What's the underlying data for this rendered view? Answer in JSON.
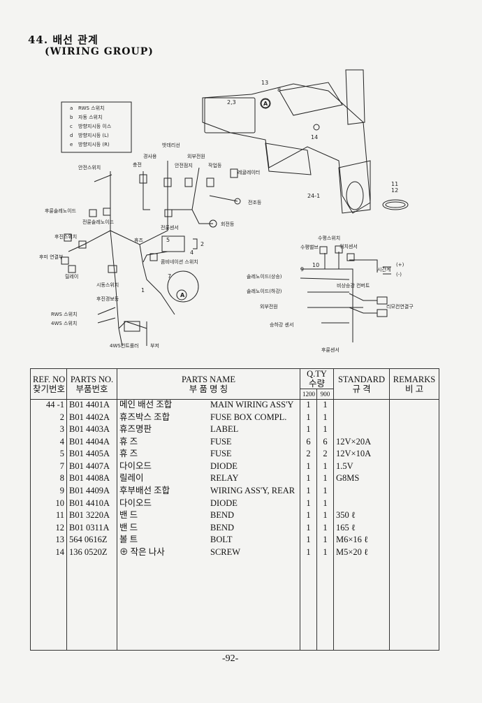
{
  "page": {
    "title": "44. 배선 관계",
    "subtitle": "(WIRING GROUP)",
    "page_number": "-92-"
  },
  "diagram": {
    "legend": [
      {
        "key": "a",
        "text": "RWS 스위치"
      },
      {
        "key": "b",
        "text": "자동 스위치"
      },
      {
        "key": "c",
        "text": "방향지시등 이스"
      },
      {
        "key": "d",
        "text": "방향지시등 (L)"
      },
      {
        "key": "e",
        "text": "방향지시등 (R)"
      }
    ],
    "labels": {
      "safety_switch": "안전스위치",
      "charge": "충전",
      "warning": "경사용",
      "backrest": "밧데리선",
      "outer_power": "외부전원",
      "safety_check": "안전점지",
      "work_light": "작업등",
      "regulator": "레귤레이터",
      "front_lamp": "전조등",
      "rear_solenoid": "후륜솔레노이드",
      "front_solenoid": "전륜솔레노이드",
      "turn_light": "회전등",
      "front_sensor": "전륜센서",
      "rear_switch": "후진스위치",
      "fuse": "휴즈",
      "combination_switch": "콤비네이션 스위치",
      "rear_combo": "후미\n연결부",
      "relay": "릴레이",
      "start_switch": "시동스위치",
      "rear_alarm": "후진경보등",
      "rws_switch": "RWS 스위치",
      "four_ws_switch": "4WS 스위치",
      "four_ws_controller": "4WS컨트롤러",
      "buzzer": "부저",
      "level_switch": "수평스위치",
      "level_valve": "수평밸브",
      "position_sensor": "위치센서",
      "hour_meter": "시간계",
      "hour_plus": "(+)",
      "hour_minus": "(-)",
      "solenoid_up": "솔레노이드(상승)",
      "solenoid_down": "솔레노이드(하강)",
      "emergency_converter": "비상승강 컨버트",
      "outer_power2": "외부전원",
      "remote_connector": "리모컨연결구",
      "lift_sensor": "승하강 센서",
      "rear_sensor": "후륜센서"
    },
    "callouts": [
      "13",
      "8",
      "2,3",
      "14",
      "24-1",
      "11",
      "12",
      "5",
      "2",
      "4",
      "7",
      "1",
      "9",
      "10",
      "A",
      "A"
    ]
  },
  "table": {
    "headers": {
      "ref_no": "REF. NO",
      "ref_no_kr": "찾기번호",
      "parts_no": "PARTS NO.",
      "parts_no_kr": "부품번호",
      "parts_name": "PARTS NAME",
      "parts_name_kr": "부 품 명 칭",
      "qty": "Q.TY",
      "qty_kr": "수량",
      "qty_a": "1200",
      "qty_b": "900",
      "standard": "STANDARD",
      "standard_kr": "규 격",
      "remarks": "REMARKS",
      "remarks_kr": "비 고"
    },
    "rows": [
      {
        "ref": "44 -1",
        "part": "B01 4401A",
        "name_kr": "메인 배선 조합",
        "name_en": "MAIN WIRING ASS'Y",
        "q1": "1",
        "q2": "1",
        "std": "",
        "rem": ""
      },
      {
        "ref": "2",
        "part": "B01 4402A",
        "name_kr": "휴즈박스 조합",
        "name_en": "FUSE BOX  COMPL.",
        "q1": "1",
        "q2": "1",
        "std": "",
        "rem": ""
      },
      {
        "ref": "3",
        "part": "B01 4403A",
        "name_kr": "휴즈명판",
        "name_en": "LABEL",
        "q1": "1",
        "q2": "1",
        "std": "",
        "rem": ""
      },
      {
        "ref": "4",
        "part": "B01 4404A",
        "name_kr": "휴  즈",
        "name_en": "FUSE",
        "q1": "6",
        "q2": "6",
        "std": "12V×20A",
        "rem": ""
      },
      {
        "ref": "5",
        "part": "B01 4405A",
        "name_kr": "휴  즈",
        "name_en": "FUSE",
        "q1": "2",
        "q2": "2",
        "std": "12V×10A",
        "rem": ""
      },
      {
        "ref": "7",
        "part": "B01 4407A",
        "name_kr": "다이오드",
        "name_en": "DIODE",
        "q1": "1",
        "q2": "1",
        "std": "1.5V",
        "rem": ""
      },
      {
        "ref": "8",
        "part": "B01 4408A",
        "name_kr": "릴레이",
        "name_en": "RELAY",
        "q1": "1",
        "q2": "1",
        "std": "G8MS",
        "rem": ""
      },
      {
        "ref": "9",
        "part": "B01 4409A",
        "name_kr": "후부배선 조합",
        "name_en": "WIRING ASS'Y, REAR",
        "q1": "1",
        "q2": "1",
        "std": "",
        "rem": ""
      },
      {
        "ref": "10",
        "part": "B01 4410A",
        "name_kr": "다이오드",
        "name_en": "DIODE",
        "q1": "1",
        "q2": "1",
        "std": "",
        "rem": ""
      },
      {
        "ref": "11",
        "part": "B01 3220A",
        "name_kr": "밴  드",
        "name_en": "BEND",
        "q1": "1",
        "q2": "1",
        "std": "350 ℓ",
        "rem": ""
      },
      {
        "ref": "12",
        "part": "B01 0311A",
        "name_kr": "밴  드",
        "name_en": "BEND",
        "q1": "1",
        "q2": "1",
        "std": "165 ℓ",
        "rem": ""
      },
      {
        "ref": "13",
        "part": "564 0616Z",
        "name_kr": "볼  트",
        "name_en": "BOLT",
        "q1": "1",
        "q2": "1",
        "std": "M6×16 ℓ",
        "rem": ""
      },
      {
        "ref": "14",
        "part": "136 0520Z",
        "name_kr": "⊕ 작은 나사",
        "name_en": "SCREW",
        "q1": "1",
        "q2": "1",
        "std": "M5×20 ℓ",
        "rem": ""
      }
    ]
  }
}
